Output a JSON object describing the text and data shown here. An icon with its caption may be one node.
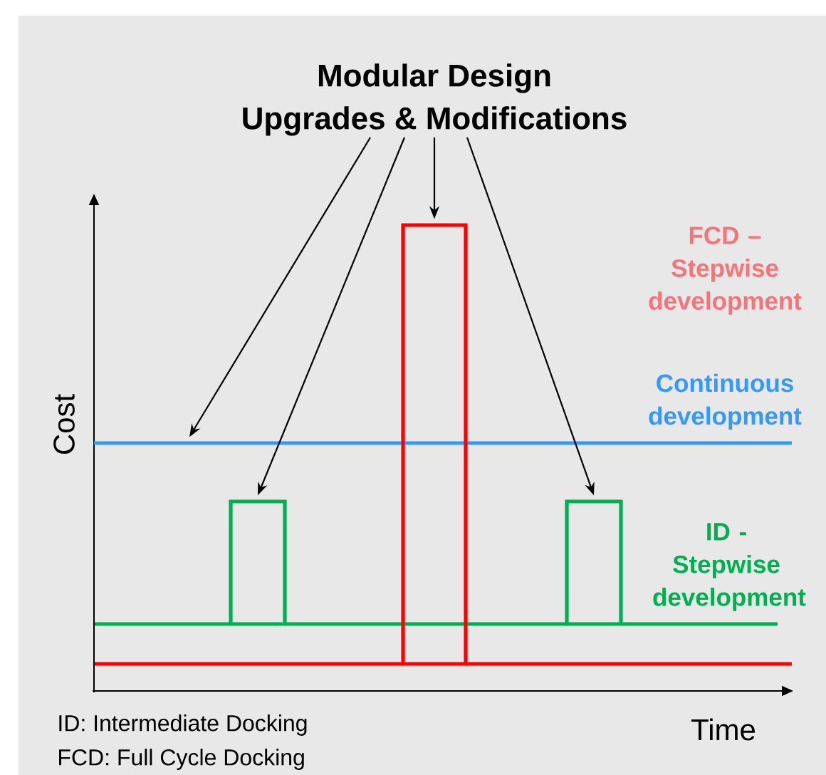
{
  "diagram": {
    "nodes": [
      {
        "text": [
          "Modular Design",
          "Upgrades & Modifications"
        ]
      },
      {
        "text": [],
        "shape": "line"
      },
      {
        "text": [],
        "shape": "bar"
      },
      {
        "text": [],
        "shape": "bar"
      },
      {
        "text": [],
        "shape": "bar"
      }
    ],
    "edges": [
      {
        "from": 0,
        "to": 1,
        "arrow": "to"
      },
      {
        "from": 0,
        "to": 2,
        "arrow": "to"
      },
      {
        "from": 0,
        "to": 3,
        "arrow": "to"
      },
      {
        "from": 0,
        "to": 4,
        "arrow": "to"
      }
    ],
    "labels": [
      "FCD – Stepwise development",
      "Continuous development",
      "Cost",
      "ID - Stepwise development",
      "Time",
      "ID: Intermediate Docking",
      "FCD: Full Cycle Docking"
    ]
  }
}
